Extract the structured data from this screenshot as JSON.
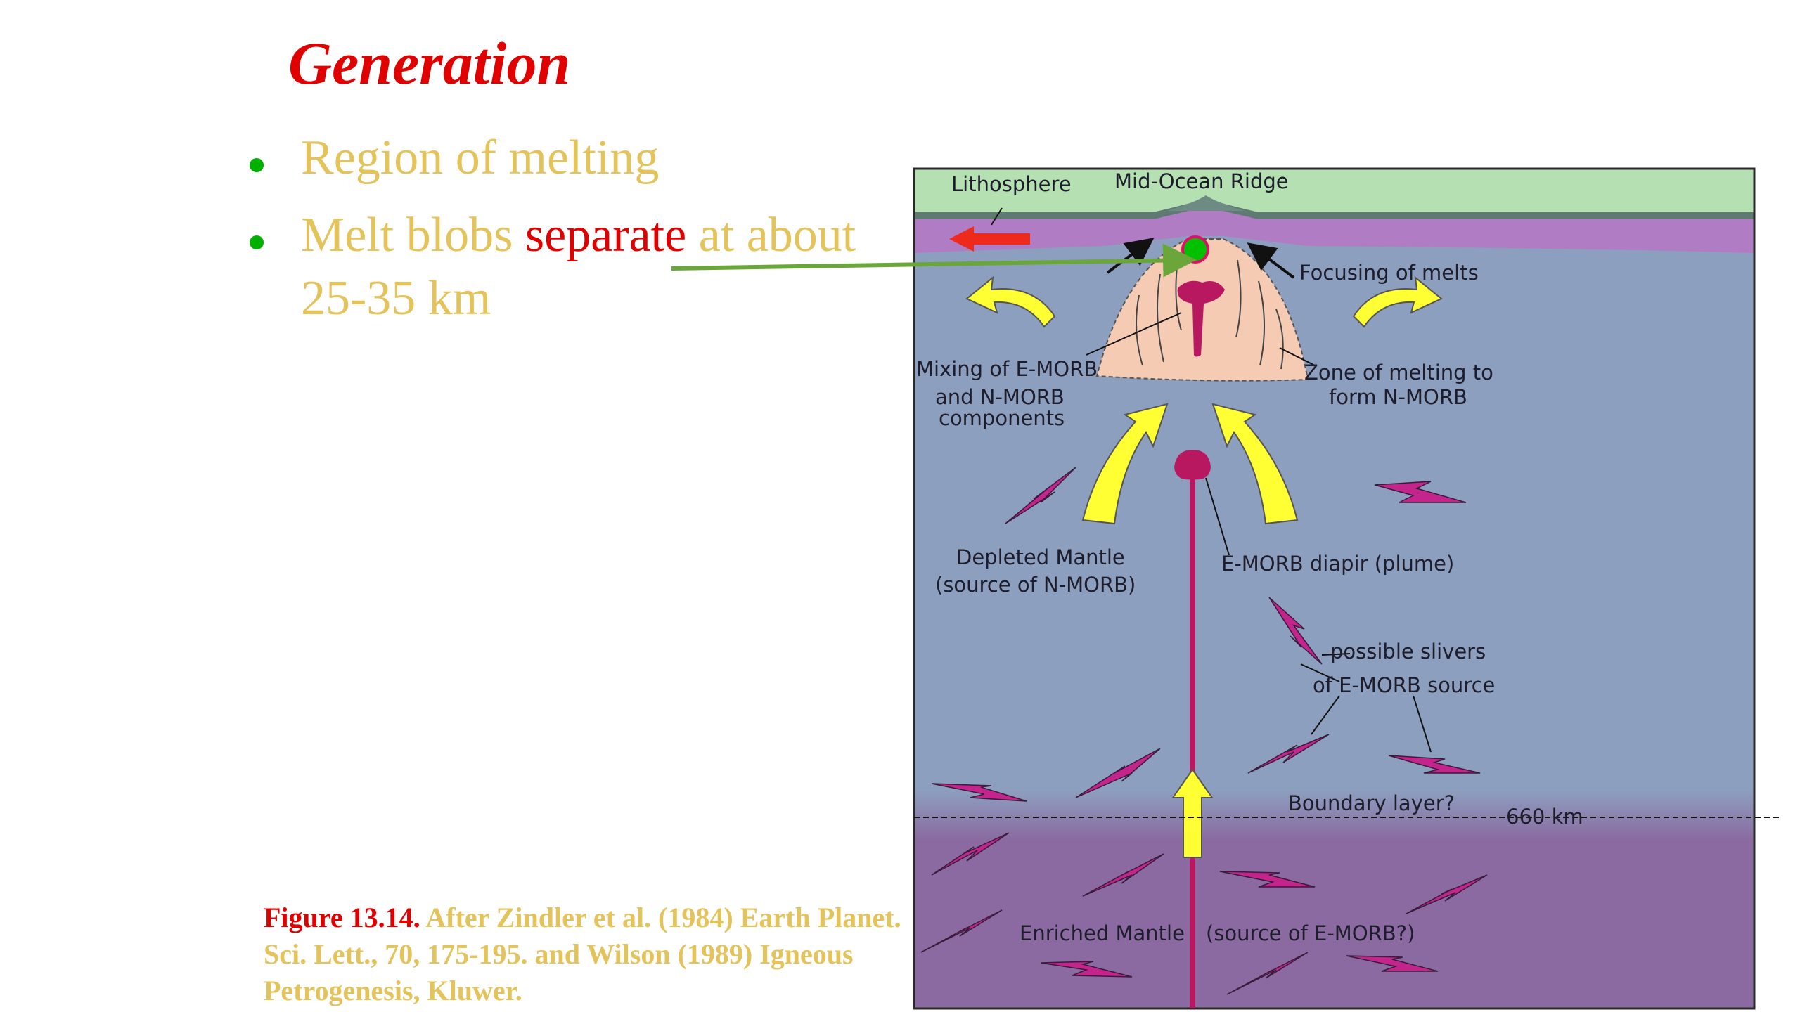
{
  "slide": {
    "title": "Generation",
    "bullets": [
      {
        "parts": [
          "Region of melting"
        ]
      },
      {
        "parts": [
          "Melt blobs ",
          "separate",
          " at about"
        ],
        "line2": "25-35 km"
      }
    ],
    "caption": {
      "lead": "Figure 13.14.",
      "body": " After Zindler et al. (1984) Earth Planet. Sci. Lett., 70, 175-195. and Wilson (1989) Igneous Petrogenesis, Kluwer."
    }
  },
  "diagram": {
    "labels": {
      "lithosphere": "Lithosphere",
      "ridge": "Mid-Ocean Ridge",
      "focusing": "Focusing of melts",
      "mixing_1": "Mixing of E-MORB",
      "mixing_2": "and N-MORB",
      "mixing_3": "components",
      "zone_1": "Zone of melting to",
      "zone_2": "form N-MORB",
      "depleted_1": "Depleted Mantle",
      "depleted_2": "(source of N-MORB)",
      "diapir": "E-MORB diapir (plume)",
      "slivers_1": "possible slivers",
      "slivers_2": "of E-MORB source",
      "boundary": "Boundary layer?",
      "depth_660": "660 km",
      "enriched": "Enriched Mantle",
      "enriched_source": "(source of E-MORB?)"
    }
  },
  "colors": {
    "title": "#e00000",
    "bullet_text": "#e3c35a",
    "bullet_dot": "#00b000",
    "highlight": "#e00000",
    "caption_lead": "#e00000",
    "caption_body": "#e3c35a",
    "lithosphere": "#b5e0b2",
    "oceanic_crust": "#b07cc4",
    "mantle": "#8d9fbf",
    "enriched_mantle": "#8a6aa0",
    "melt_zone": "#f6cbb3",
    "plume": "#b8185f",
    "sliver": "#c4258c",
    "flow_arrow": "#ffff33",
    "spread_arrow": "#ee2a1c",
    "pointer_arrow": "#6aa63a",
    "marker": "#00c000"
  }
}
